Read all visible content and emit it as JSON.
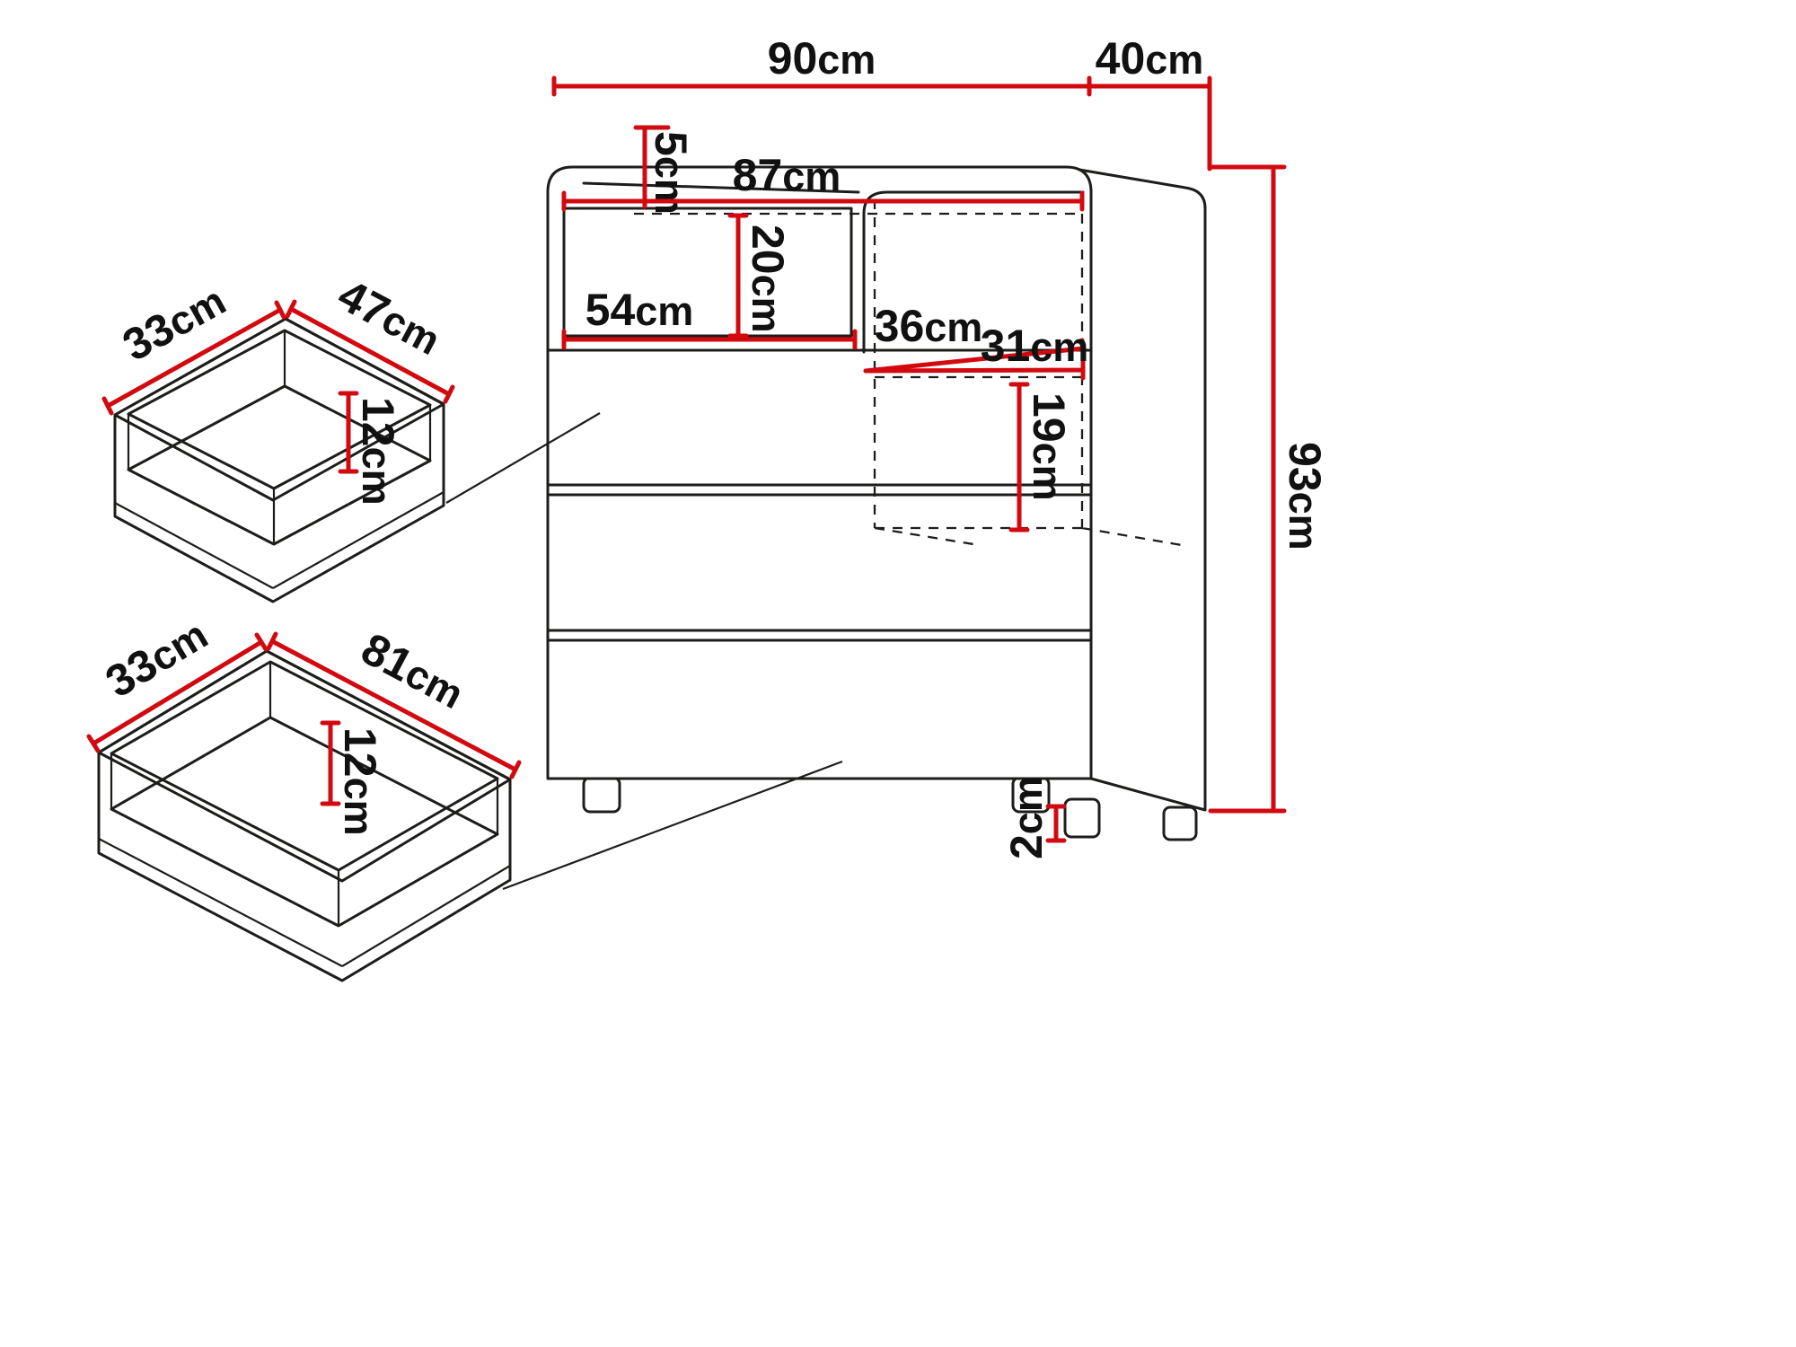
{
  "colors": {
    "background": "#ffffff",
    "outline": "#1d1d1b",
    "dimension_lines": "#d20a10",
    "label_text": "#111111"
  },
  "cabinet": {
    "description": "chest of drawers with open top shelf and side cubby",
    "dimensions": {
      "overall_width": {
        "value": "90",
        "unit": "cm"
      },
      "overall_depth": {
        "value": "40",
        "unit": "cm"
      },
      "overall_height": {
        "value": "93",
        "unit": "cm"
      },
      "top_panel_thickness": {
        "value": "5",
        "unit": "cm"
      },
      "interior_width": {
        "value": "87",
        "unit": "cm"
      },
      "shelf_opening_height": {
        "value": "20",
        "unit": "cm"
      },
      "shelf_opening_width": {
        "value": "54",
        "unit": "cm"
      },
      "cubby_depth": {
        "value": "36",
        "unit": "cm"
      },
      "cubby_width": {
        "value": "31",
        "unit": "cm"
      },
      "cubby_height": {
        "value": "19",
        "unit": "cm"
      },
      "foot_height": {
        "value": "2",
        "unit": "cm"
      }
    }
  },
  "small_drawer": {
    "description": "small inner drawer",
    "dimensions": {
      "depth": {
        "value": "33",
        "unit": "cm"
      },
      "width": {
        "value": "47",
        "unit": "cm"
      },
      "height": {
        "value": "12",
        "unit": "cm"
      }
    }
  },
  "large_drawer": {
    "description": "large inner drawer",
    "dimensions": {
      "depth": {
        "value": "33",
        "unit": "cm"
      },
      "width": {
        "value": "81",
        "unit": "cm"
      },
      "height": {
        "value": "12",
        "unit": "cm"
      }
    }
  }
}
